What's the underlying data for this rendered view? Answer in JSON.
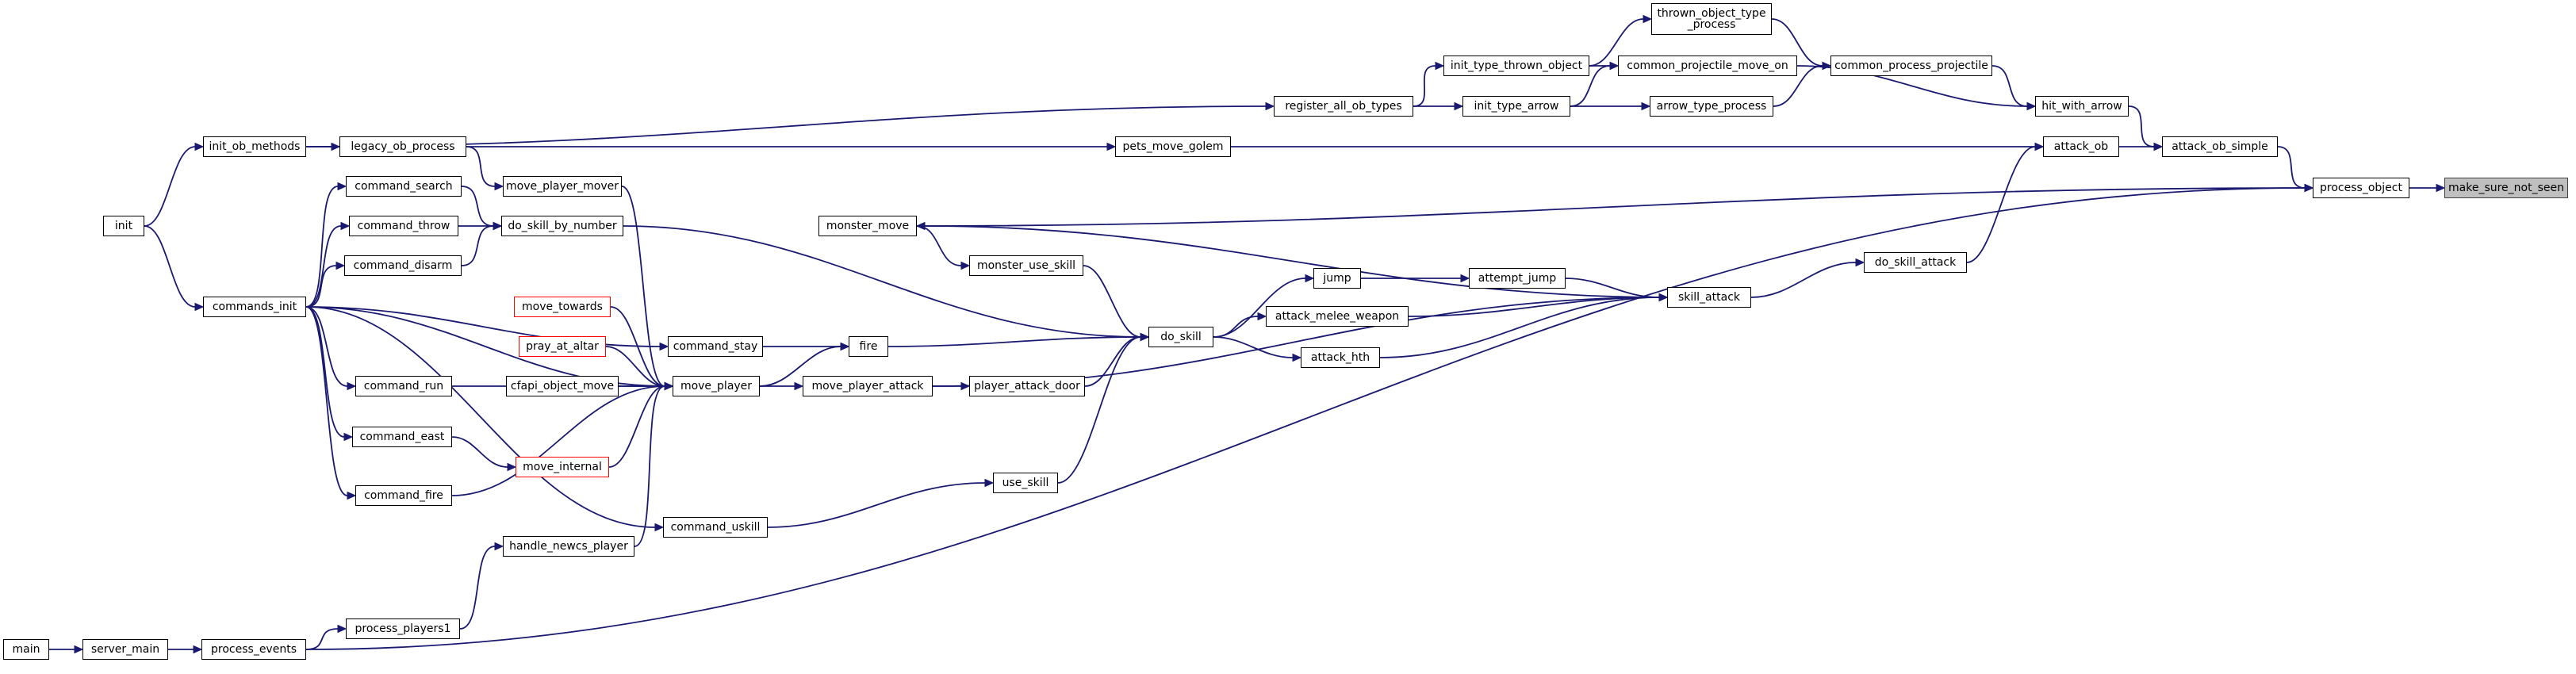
{
  "colors": {
    "edge": "#191970",
    "root_fill": "#bfbfbf",
    "truncated_border": "#ff0000"
  },
  "nodes": {
    "make_sure_not_seen": "make_sure_not_seen",
    "process_object": "process_object",
    "attack_ob_simple": "attack_ob_simple",
    "attack_ob": "attack_ob",
    "hit_with_arrow": "hit_with_arrow",
    "common_process_projectile": "common_process_projectile",
    "thrown_object_type_process": "thrown_object_type\n_process",
    "common_projectile_move_on": "common_projectile_move_on",
    "arrow_type_process": "arrow_type_process",
    "init_type_thrown_object": "init_type_thrown_object",
    "init_type_arrow": "init_type_arrow",
    "register_all_ob_types": "register_all_ob_types",
    "init_ob_methods": "init_ob_methods",
    "legacy_ob_process": "legacy_ob_process",
    "pets_move_golem": "pets_move_golem",
    "monster_move": "monster_move",
    "do_skill_attack": "do_skill_attack",
    "skill_attack": "skill_attack",
    "attempt_jump": "attempt_jump",
    "jump": "jump",
    "attack_melee_weapon": "attack_melee_weapon",
    "attack_hth": "attack_hth",
    "do_skill": "do_skill",
    "monster_use_skill": "monster_use_skill",
    "player_attack_door": "player_attack_door",
    "move_player_attack": "move_player_attack",
    "fire": "fire",
    "use_skill": "use_skill",
    "command_uskill": "command_uskill",
    "command_stay": "command_stay",
    "move_player": "move_player",
    "move_towards": "move_towards",
    "pray_at_altar": "pray_at_altar",
    "cfapi_object_move": "cfapi_object_move",
    "move_internal": "move_internal",
    "move_player_mover": "move_player_mover",
    "do_skill_by_number": "do_skill_by_number",
    "command_search": "command_search",
    "command_throw": "command_throw",
    "command_disarm": "command_disarm",
    "command_run": "command_run",
    "command_east": "command_east",
    "command_fire": "command_fire",
    "commands_init": "commands_init",
    "init": "init",
    "handle_newcs_player": "handle_newcs_player",
    "process_players1": "process_players1",
    "process_events": "process_events",
    "server_main": "server_main",
    "main": "main"
  },
  "edges": [
    [
      "process_object",
      "make_sure_not_seen"
    ],
    [
      "attack_ob_simple",
      "process_object"
    ],
    [
      "monster_move",
      "process_object"
    ],
    [
      "process_events",
      "process_object"
    ],
    [
      "attack_ob",
      "attack_ob_simple"
    ],
    [
      "hit_with_arrow",
      "attack_ob_simple"
    ],
    [
      "pets_move_golem",
      "attack_ob"
    ],
    [
      "do_skill_attack",
      "attack_ob"
    ],
    [
      "common_process_projectile",
      "hit_with_arrow"
    ],
    [
      "common_projectile_move_on",
      "hit_with_arrow"
    ],
    [
      "thrown_object_type_process",
      "common_process_projectile"
    ],
    [
      "arrow_type_process",
      "common_process_projectile"
    ],
    [
      "init_type_thrown_object",
      "thrown_object_type_process"
    ],
    [
      "init_type_thrown_object",
      "common_projectile_move_on"
    ],
    [
      "init_type_arrow",
      "common_projectile_move_on"
    ],
    [
      "init_type_arrow",
      "arrow_type_process"
    ],
    [
      "register_all_ob_types",
      "init_type_thrown_object"
    ],
    [
      "register_all_ob_types",
      "init_type_arrow"
    ],
    [
      "init_ob_methods",
      "register_all_ob_types"
    ],
    [
      "init_ob_methods",
      "legacy_ob_process"
    ],
    [
      "legacy_ob_process",
      "pets_move_golem"
    ],
    [
      "legacy_ob_process",
      "move_player_mover"
    ],
    [
      "init",
      "init_ob_methods"
    ],
    [
      "init",
      "commands_init"
    ],
    [
      "skill_attack",
      "monster_move"
    ],
    [
      "skill_attack",
      "do_skill_attack"
    ],
    [
      "attempt_jump",
      "skill_attack"
    ],
    [
      "attack_melee_weapon",
      "skill_attack"
    ],
    [
      "attack_hth",
      "skill_attack"
    ],
    [
      "move_player_attack",
      "skill_attack"
    ],
    [
      "jump",
      "attempt_jump"
    ],
    [
      "do_skill",
      "jump"
    ],
    [
      "do_skill",
      "attack_melee_weapon"
    ],
    [
      "do_skill",
      "attack_hth"
    ],
    [
      "monster_move",
      "monster_use_skill"
    ],
    [
      "monster_use_skill",
      "do_skill"
    ],
    [
      "player_attack_door",
      "do_skill"
    ],
    [
      "fire",
      "do_skill"
    ],
    [
      "use_skill",
      "do_skill"
    ],
    [
      "do_skill_by_number",
      "do_skill"
    ],
    [
      "move_player_attack",
      "player_attack_door"
    ],
    [
      "move_player",
      "move_player_attack"
    ],
    [
      "move_player",
      "fire"
    ],
    [
      "command_stay",
      "fire"
    ],
    [
      "command_uskill",
      "use_skill"
    ],
    [
      "commands_init",
      "command_uskill"
    ],
    [
      "commands_init",
      "command_stay"
    ],
    [
      "move_towards",
      "move_player"
    ],
    [
      "pray_at_altar",
      "move_player"
    ],
    [
      "cfapi_object_move",
      "move_player"
    ],
    [
      "move_internal",
      "move_player"
    ],
    [
      "move_player_mover",
      "move_player"
    ],
    [
      "command_run",
      "move_player"
    ],
    [
      "command_fire",
      "move_player"
    ],
    [
      "handle_newcs_player",
      "move_player"
    ],
    [
      "commands_init",
      "move_player"
    ],
    [
      "command_east",
      "move_internal"
    ],
    [
      "command_search",
      "do_skill_by_number"
    ],
    [
      "command_throw",
      "do_skill_by_number"
    ],
    [
      "command_disarm",
      "do_skill_by_number"
    ],
    [
      "commands_init",
      "command_search"
    ],
    [
      "commands_init",
      "command_throw"
    ],
    [
      "commands_init",
      "command_disarm"
    ],
    [
      "commands_init",
      "command_run"
    ],
    [
      "commands_init",
      "command_east"
    ],
    [
      "commands_init",
      "command_fire"
    ],
    [
      "process_players1",
      "handle_newcs_player"
    ],
    [
      "process_events",
      "process_players1"
    ],
    [
      "server_main",
      "process_events"
    ],
    [
      "main",
      "server_main"
    ]
  ]
}
